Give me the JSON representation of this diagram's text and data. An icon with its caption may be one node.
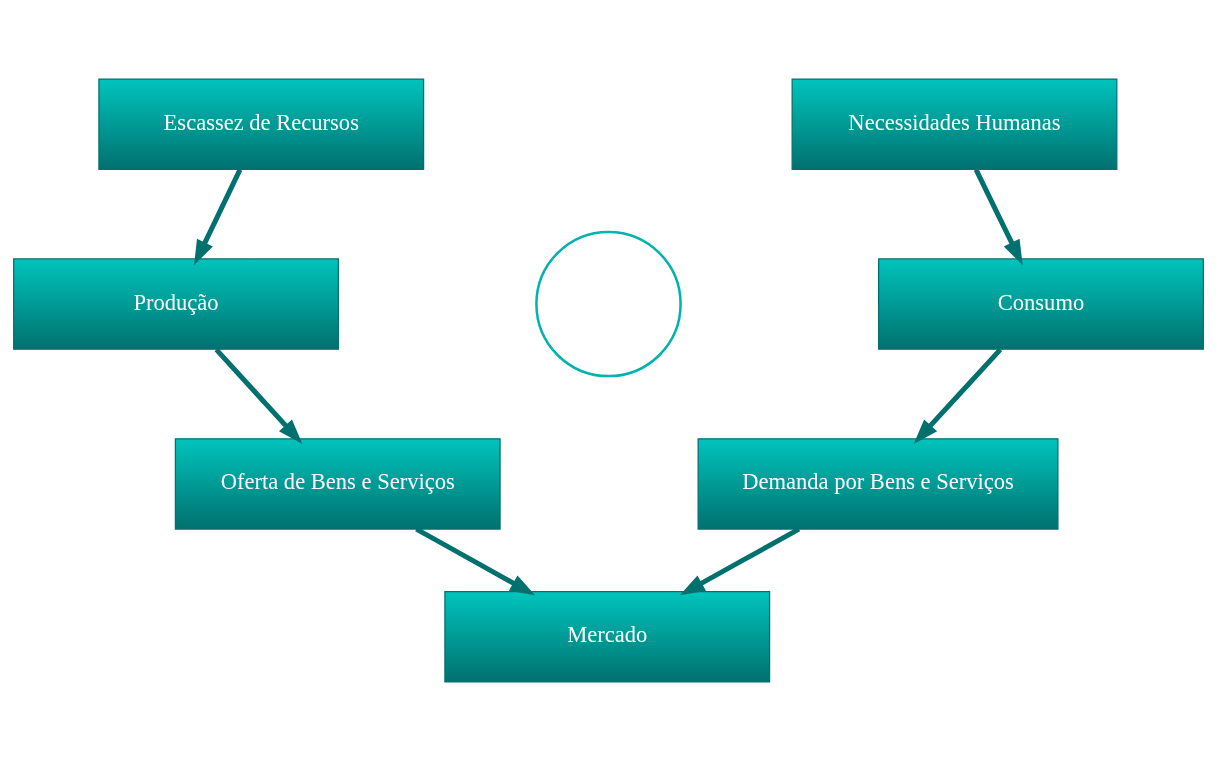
{
  "diagram": {
    "nodes": [
      {
        "text": [
          "Escassez de Recursos"
        ]
      },
      {
        "text": [
          "Necessidades Humanas"
        ]
      },
      {
        "text": [
          "Produção"
        ]
      },
      {
        "text": [],
        "shape": "circle"
      },
      {
        "text": [
          "Consumo"
        ]
      },
      {
        "text": [
          "Oferta de Bens e Serviços"
        ]
      },
      {
        "text": [
          "Demanda por Bens e Serviços"
        ]
      },
      {
        "text": [
          "Mercado"
        ]
      }
    ],
    "edges": [
      {
        "from": 0,
        "to": 2,
        "arrow": "to"
      },
      {
        "from": 2,
        "to": 5,
        "arrow": "to"
      },
      {
        "from": 5,
        "to": 7,
        "arrow": "to"
      },
      {
        "from": 1,
        "to": 4,
        "arrow": "to"
      },
      {
        "from": 4,
        "to": 6,
        "arrow": "to"
      },
      {
        "from": 6,
        "to": 7,
        "arrow": "to"
      }
    ]
  }
}
